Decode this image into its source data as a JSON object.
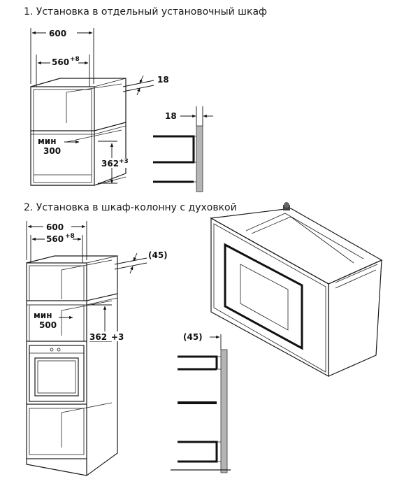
{
  "headings": {
    "section1": "1. Установка в отдельный установочный шкаф",
    "section2": "2. Установка в шкаф-колонну с духовкой"
  },
  "section1": {
    "dim_width_outer": "600",
    "dim_width_inner": "560",
    "dim_width_inner_tol": "+8",
    "dim_side_thickness": "18",
    "dim_panel_thickness": "18",
    "min_label": "мин",
    "min_depth": "300",
    "dim_height": "362",
    "dim_height_tol": "+3"
  },
  "section2": {
    "dim_width_outer": "600",
    "dim_width_inner": "560",
    "dim_width_inner_tol": "+8",
    "dim_side_gap": "(45)",
    "min_label": "мин",
    "min_depth": "500",
    "dim_height": "362",
    "dim_height_tol": "+3",
    "dim_panel_gap": "(45)"
  }
}
